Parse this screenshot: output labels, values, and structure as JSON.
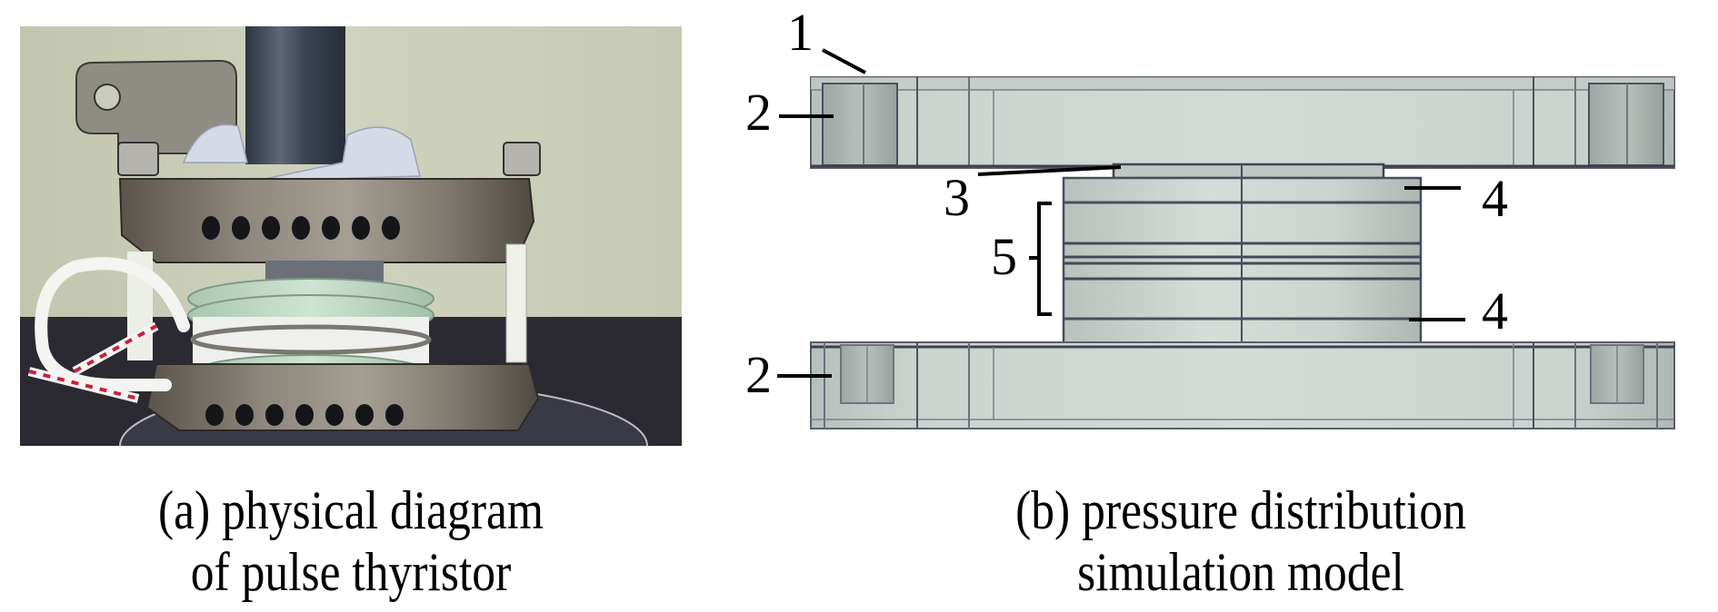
{
  "panels": [
    {
      "id": "a",
      "caption_line1": "(a) physical diagram",
      "caption_line2": "of pulse thyristor"
    },
    {
      "id": "b",
      "caption_line1": "(b) pressure distribution",
      "caption_line2": "simulation model",
      "callouts": [
        {
          "number": "1"
        },
        {
          "number": "2"
        },
        {
          "number": "3"
        },
        {
          "number": "4"
        },
        {
          "number": "5"
        },
        {
          "number": "4"
        },
        {
          "number": "2"
        }
      ]
    }
  ],
  "colors": {
    "model_fill": "#cfd6d1",
    "model_edge": "#4a4d5c",
    "photo_bg": "#c9cdb8",
    "steel": "#8a8880",
    "insulator_green": "#bfd8c4"
  }
}
